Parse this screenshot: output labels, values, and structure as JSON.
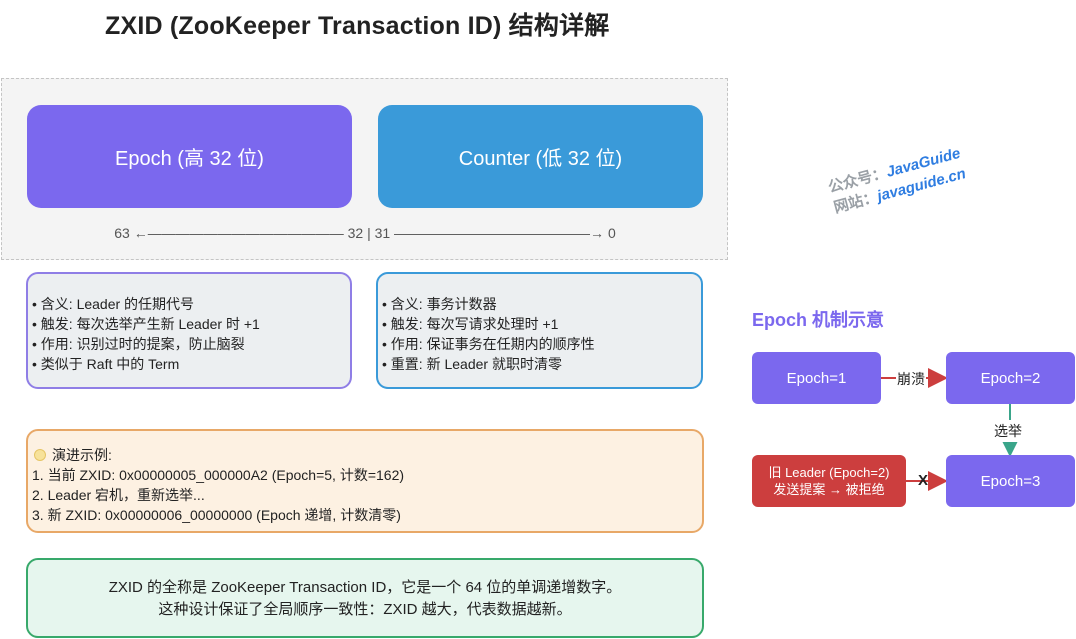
{
  "title": "ZXID (ZooKeeper Transaction ID) 结构详解",
  "epoch_block": {
    "label": "Epoch (高 32 位)",
    "color": "#7b68ee"
  },
  "counter_block": {
    "label": "Counter (低 32 位)",
    "color": "#3a9ad9"
  },
  "bit_range": "63 ←—————————————— 32 | 31 ——————————————→ 0",
  "epoch_desc": [
    "• 含义: Leader 的任期代号",
    "• 触发: 每次选举产生新 Leader 时 +1",
    "• 作用: 识别过时的提案，防止脑裂",
    "• 类似于 Raft 中的 Term"
  ],
  "counter_desc": [
    "• 含义: 事务计数器",
    "• 触发: 每次写请求处理时 +1",
    "• 作用: 保证事务在任期内的顺序性",
    "• 重置: 新 Leader 就职时清零"
  ],
  "example": {
    "icon": "lightbulb-icon",
    "heading": "演进示例:",
    "lines": [
      "1. 当前 ZXID: 0x00000005_000000A2 (Epoch=5, 计数=162)",
      "2. Leader 宕机，重新选举...",
      "3. 新 ZXID: 0x00000006_00000000 (Epoch 递增, 计数清零)"
    ]
  },
  "summary": {
    "line1": "ZXID 的全称是 ZooKeeper Transaction ID，它是一个 64 位的单调递增数字。",
    "line2": "这种设计保证了全局顺序一致性：ZXID 越大，代表数据越新。"
  },
  "watermark": {
    "line1_label": "公众号：",
    "line1_value": "JavaGuide",
    "line2_label": "网站：",
    "line2_value": "javaguide.cn"
  },
  "mechanism": {
    "title": "Epoch 机制示意",
    "epoch1": "Epoch=1",
    "epoch2": "Epoch=2",
    "epoch3": "Epoch=3",
    "old_leader_line1": "旧 Leader (Epoch=2)",
    "old_leader_line2": "发送提案 → 被拒绝",
    "collapse_label": "崩溃",
    "elect_label": "选举",
    "reject_mark": "X"
  },
  "colors": {
    "epoch": "#7b68ee",
    "counter": "#3a9ad9",
    "reject": "#cc3e3e",
    "elect_arrow": "#3aa58a"
  }
}
